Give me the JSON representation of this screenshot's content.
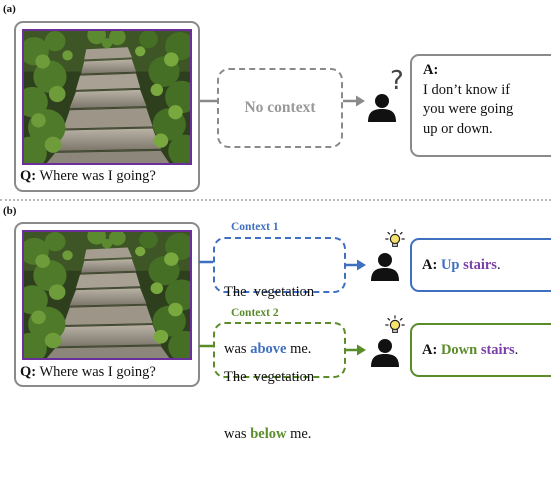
{
  "panel_a": {
    "label": "(a)",
    "question": {
      "prefix": "Q:",
      "text": "Where was I going?"
    },
    "no_context": "No context",
    "answer": {
      "prefix": "A:",
      "lines": [
        "I don’t know if",
        "you were going",
        "up or down."
      ]
    },
    "thought_icon": "question-mark-icon"
  },
  "panel_b": {
    "label": "(b)",
    "question": {
      "prefix": "Q:",
      "text": "Where was I going?"
    },
    "contexts": [
      {
        "title": "Context 1",
        "line1": "The  vegetation",
        "line2_pre": "was ",
        "highlight": "above",
        "line2_post": " me.",
        "answer_prefix": "A:",
        "answer_word": "Up",
        "answer_tail": "stairs",
        "answer_end": ".",
        "color": "#3f6fbf",
        "thought_icon": "lightbulb-icon"
      },
      {
        "title": "Context 2",
        "line1": "The  vegetation",
        "line2_pre": "was ",
        "highlight": "below",
        "line2_post": " me.",
        "answer_prefix": "A:",
        "answer_word": "Down",
        "answer_tail": "stairs",
        "answer_end": ".",
        "color": "#5b8c2a",
        "thought_icon": "lightbulb-icon"
      }
    ]
  },
  "colors": {
    "gray": "#8a8a8a",
    "purple": "#7b3fa8",
    "blue": "#3f6fbf",
    "green": "#5b8c2a",
    "photo_border": "#6a2f9a"
  }
}
